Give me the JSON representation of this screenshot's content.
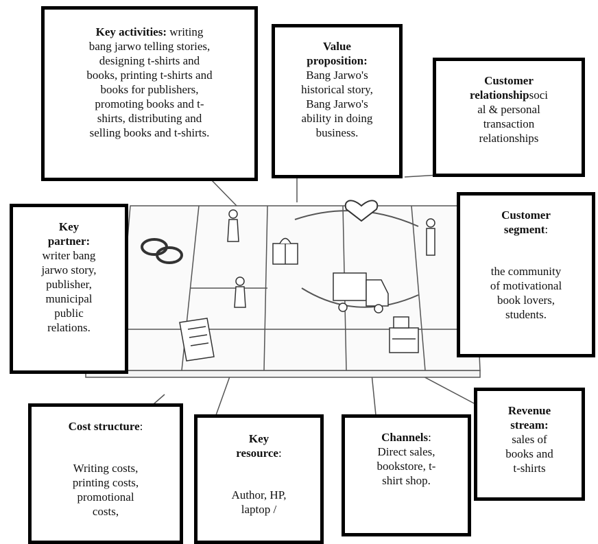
{
  "boxes": {
    "key_activities": {
      "title": "Key activities:",
      "lines": [
        "writing",
        "bang jarwo telling stories,",
        "designing t-shirts and",
        "books, printing t-shirts and",
        "books for publishers,",
        "promoting books and t-",
        "shirts, distributing and",
        "selling books and t-shirts."
      ]
    },
    "value_proposition": {
      "title_lines": [
        "Value",
        "proposition:"
      ],
      "lines": [
        "Bang Jarwo's",
        "historical story,",
        "Bang Jarwo's",
        "ability in doing",
        "business."
      ]
    },
    "customer_relationship": {
      "title_lines": [
        "Customer",
        "relationship"
      ],
      "inline": "soci",
      "lines": [
        "al & personal",
        "transaction",
        "relationships"
      ]
    },
    "key_partner": {
      "title_lines": [
        "Key",
        "partner:"
      ],
      "lines": [
        "writer bang",
        "jarwo story,",
        "publisher,",
        "municipal",
        "public",
        "relations."
      ]
    },
    "customer_segment": {
      "title_lines": [
        "Customer",
        "segment"
      ],
      "suffix": ":",
      "lines": [
        "the community",
        "of motivational",
        "book lovers,",
        "students."
      ]
    },
    "cost_structure": {
      "title": "Cost structure",
      "suffix": ":",
      "lines": [
        "Writing costs,",
        "printing costs,",
        "promotional",
        "costs,"
      ]
    },
    "key_resource": {
      "title_lines": [
        "Key",
        "resource"
      ],
      "suffix": ":",
      "lines": [
        "Author, HP,",
        "laptop /"
      ]
    },
    "channels": {
      "title": "Channels",
      "suffix": ":",
      "lines": [
        "Direct sales,",
        "bookstore, t-",
        "shirt shop."
      ]
    },
    "revenue_stream": {
      "title_lines": [
        "Revenue",
        "stream:"
      ],
      "lines": [
        "sales of",
        "books and",
        "t-shirts"
      ]
    }
  },
  "colors": {
    "border": "#000000",
    "sketch": "#555555",
    "background": "#ffffff"
  },
  "icons": [
    "rings-icon",
    "person-icon",
    "gift-box-icon",
    "heart-icon",
    "truck-icon",
    "cash-register-icon",
    "document-icon"
  ]
}
